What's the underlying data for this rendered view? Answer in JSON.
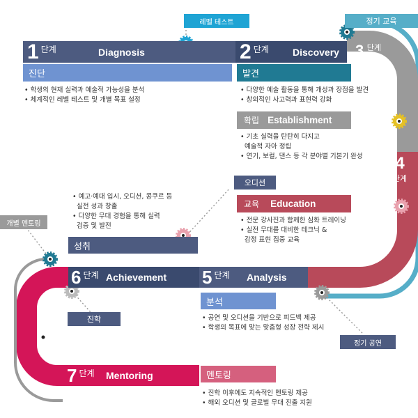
{
  "tags": {
    "level_test": "레벨 테스트",
    "regular_class": "정기 교육",
    "audition": "오디션",
    "individual_mentoring": "개별 멘토링",
    "admission": "진학",
    "regular_performance": "정기 공연"
  },
  "stages": {
    "s1": {
      "num": "1",
      "dan": "단계",
      "en": "Diagnosis",
      "ko": "진단",
      "desc": [
        "• 학생의 현재 실력과 예술적 가능성을 분석",
        "• 체계적인 레벨 테스트 및 개별 목표 설정"
      ]
    },
    "s2": {
      "num": "2",
      "dan": "단계",
      "en": "Discovery",
      "ko": "발견",
      "desc": [
        "• 다양한 예술 활동을 통해 개성과 장점을 발견",
        "• 창의적인 사고력과 표현력 강화"
      ]
    },
    "s3": {
      "num": "3",
      "dan": "단계",
      "en": "Establishment",
      "ko": "확립",
      "desc": [
        "• 기초 실력을 탄탄히 다지고",
        "  예술적 자아 정립",
        "• 연기, 보컬, 댄스 등 각 분야별 기본기 완성"
      ]
    },
    "s4": {
      "num": "4",
      "dan": "단계",
      "en": "Education",
      "ko": "교육",
      "desc": [
        "• 전문 강사진과 함께한 심화 트레이닝",
        "• 실전 무대를 대비한 테크닉 &",
        "  감정 표현 집중 교육"
      ]
    },
    "s5": {
      "num": "5",
      "dan": "단계",
      "en": "Analysis",
      "ko": "분석",
      "desc": [
        "• 공연 및 오디션을 기반으로 피드백 제공",
        "• 학생의 목표에 맞는 맞춤형 성장 전략 제시"
      ]
    },
    "s6": {
      "num": "6",
      "dan": "단계",
      "en": "Achievement",
      "ko": "성취",
      "desc": [
        "• 예고·예대 입시, 오디션, 콩쿠르 등",
        "  실전 성과 창출",
        "• 다양한 무대 경험을 통해 실력",
        "  검증 및 발전"
      ]
    },
    "s7": {
      "num": "7",
      "dan": "단계",
      "en": "Mentoring",
      "ko": "멘토링",
      "desc": [
        "• 진학 이후에도 지속적인 멘토링 제공",
        "• 해외 오디션 및 글로벌 무대 진출 지원"
      ]
    }
  },
  "colors": {
    "navy": "#3a4a6e",
    "slate": "#4d5b80",
    "light_blue": "#6f93d1",
    "teal": "#207a93",
    "cyan_track": "#56aec8",
    "gray": "#9a9a9a",
    "red": "#b84a5a",
    "crimson": "#d41558",
    "pink": "#d5607e",
    "gear_cyan": "#1fa4d4",
    "gear_yellow": "#e5c126",
    "gear_pink": "#e9a1ad"
  }
}
